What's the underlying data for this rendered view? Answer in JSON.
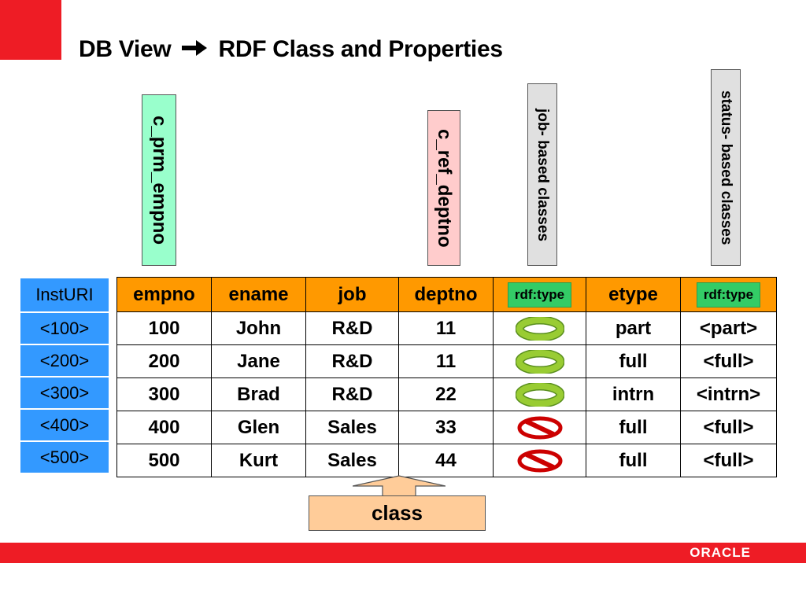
{
  "slide": {
    "title_left": "DB View",
    "title_right": "RDF Class and Properties",
    "brand": "ORACLE",
    "accent_color": "#ee1c25"
  },
  "labels": {
    "prm": "c_prm_empno",
    "ref": "c_ref_deptno",
    "job_classes": "job- based classes",
    "status_classes": "status- based classes",
    "class_box": "class"
  },
  "inst_table": {
    "header": "InstURI",
    "rows": [
      "<100>",
      "<200>",
      "<300>",
      "<400>",
      "<500>"
    ]
  },
  "main_table": {
    "headers": [
      "empno",
      "ename",
      "job",
      "deptno",
      "rdf:type",
      "etype",
      "rdf:type"
    ],
    "rows": [
      {
        "empno": "100",
        "ename": "John",
        "job": "R&D",
        "deptno": "11",
        "mark": "allowed",
        "etype": "part",
        "status": "<part>"
      },
      {
        "empno": "200",
        "ename": "Jane",
        "job": "R&D",
        "deptno": "11",
        "mark": "allowed",
        "etype": "full",
        "status": "<full>"
      },
      {
        "empno": "300",
        "ename": "Brad",
        "job": "R&D",
        "deptno": "22",
        "mark": "allowed",
        "etype": "intrn",
        "status": "<intrn>"
      },
      {
        "empno": "400",
        "ename": "Glen",
        "job": "Sales",
        "deptno": "33",
        "mark": "denied",
        "etype": "full",
        "status": "<full>"
      },
      {
        "empno": "500",
        "ename": "Kurt",
        "job": "Sales",
        "deptno": "44",
        "mark": "denied",
        "etype": "full",
        "status": "<full>"
      }
    ]
  },
  "icons": {
    "allowed": "green-ring-icon",
    "denied": "red-prohibited-icon"
  },
  "colors": {
    "header_orange": "#ff9900",
    "inst_blue": "#3399ff",
    "rdf_green": "#33cc66",
    "job_rd": "#66bb22",
    "job_sales": "#e65c00"
  }
}
